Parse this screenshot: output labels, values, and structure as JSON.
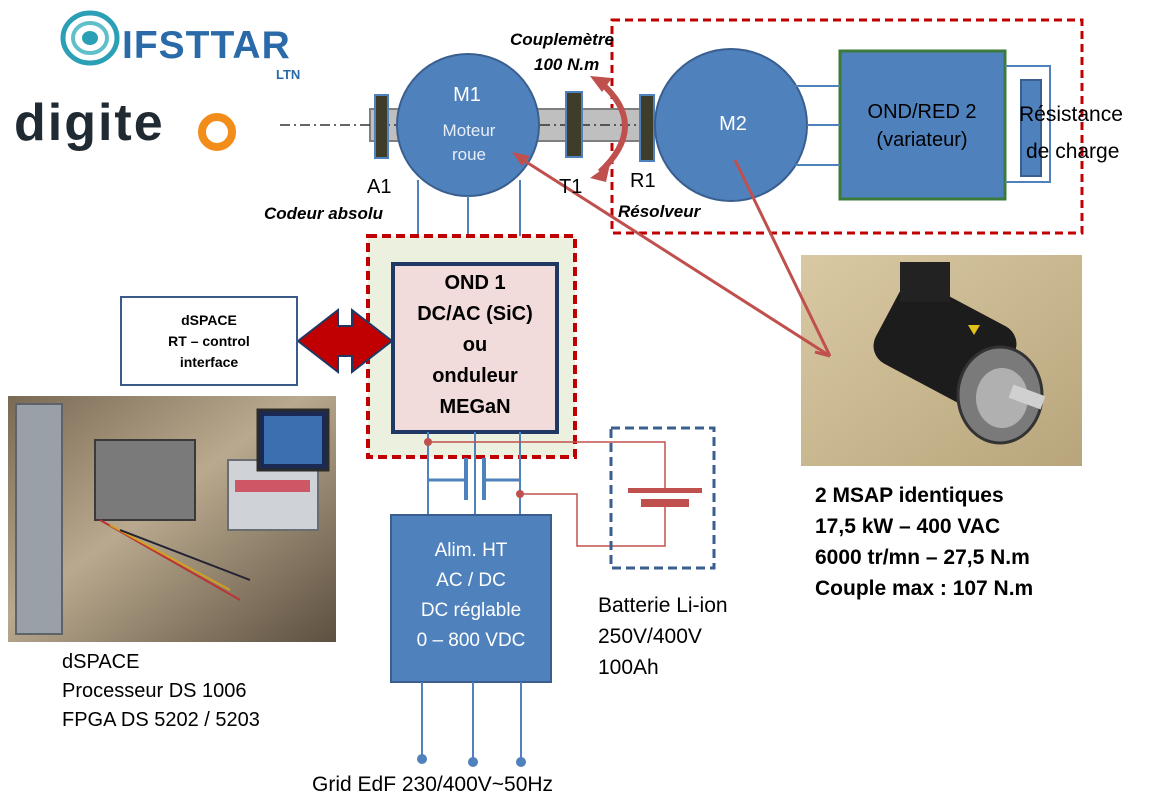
{
  "logos": {
    "ifsttar_text": "IFSTTAR",
    "ifsttar_sub": "LTN",
    "digiteo_text": "digite"
  },
  "bench": {
    "m1_title": "M1",
    "m1_sub1": "Moteur",
    "m1_sub2": "roue",
    "m2_title": "M2",
    "a1": "A1",
    "t1": "T1",
    "r1": "R1",
    "codeur": "Codeur absolu",
    "resolveur": "Résolveur",
    "couplemetre_1": "Couplemètre",
    "couplemetre_2": "100 N.m"
  },
  "ond2": {
    "line1": "OND/RED  2",
    "line2": "(variateur)"
  },
  "resistance": {
    "line1": "Résistance",
    "line2": "de charge"
  },
  "ond1": {
    "lines": [
      "OND 1",
      "DC/AC (SiC)",
      "ou",
      "onduleur",
      "MEGaN"
    ]
  },
  "dspace_interface": {
    "lines": [
      "dSPACE",
      "RT – control",
      "interface"
    ]
  },
  "alim": {
    "lines": [
      "Alim. HT",
      "AC / DC",
      "DC réglable",
      "0 – 800 VDC"
    ]
  },
  "battery": {
    "lines": [
      "Batterie Li-ion",
      "250V/400V",
      "100Ah"
    ]
  },
  "dspace_caption": {
    "lines": [
      "dSPACE",
      "Processeur DS 1006",
      "FPGA DS 5202 / 5203"
    ]
  },
  "msap": {
    "lines": [
      "2 MSAP identiques",
      "17,5 kW – 400 VAC",
      "6000 tr/mn – 27,5 N.m",
      "Couple max : 107 N.m"
    ]
  },
  "grid": "Grid EdF 230/400V~50Hz",
  "colors": {
    "block_blue": "#4f81bd",
    "block_border": "#3a5f8f",
    "red_dash": "#c00000",
    "ond2_green": "#3c7a3c",
    "ond1_fill": "#f2dcdb",
    "ond1_outer_fill": "#ebf1de",
    "arrow_red": "#c0504d"
  }
}
